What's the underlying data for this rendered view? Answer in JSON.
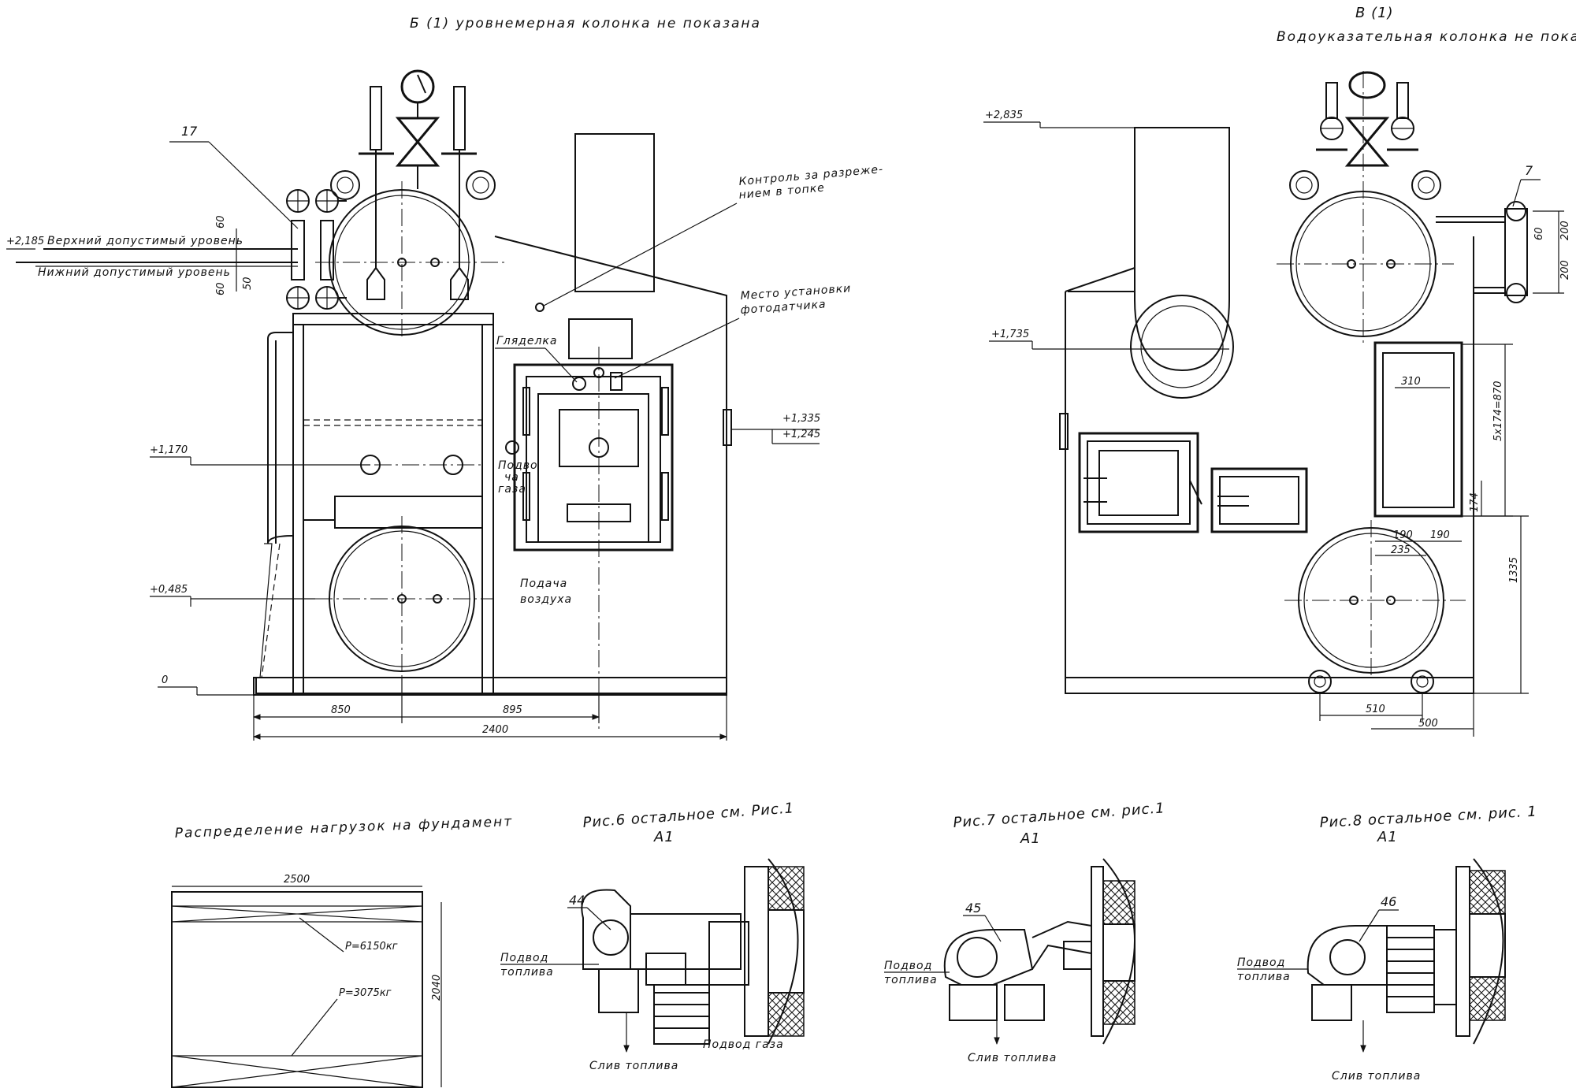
{
  "view_b": {
    "title": "Б (1)  уровнемерная   колонка   не   показана",
    "callout_17": "17",
    "upper_level": "Верхний допустимый уровень",
    "lower_level": "Нижний допустимый уровень",
    "elev_2185": "+2,185",
    "elev_1170": "+1,170",
    "elev_0485": "+0,485",
    "elev_0": "0",
    "elev_1335": "+1,335",
    "elev_1245": "+1,245",
    "dim_60a": "60",
    "dim_60b": "60",
    "dim_50": "50",
    "note_vacuum_1": "Контроль за разреже-",
    "note_vacuum_2": "нием в топке",
    "note_photo_1": "Место установки",
    "note_photo_2": "фотодатчика",
    "note_peephole": "Гляделка",
    "note_gas_1": "Подво",
    "note_gas_2": "ча",
    "note_gas_3": "газа",
    "note_air_1": "Подача",
    "note_air_2": "воздуха",
    "dim_850": "850",
    "dim_895": "895",
    "dim_2400": "2400"
  },
  "view_v": {
    "title": "В (1)",
    "subtitle": "Водоуказательная   колонка   не   показана",
    "callout_7": "7",
    "elev_2835": "+2,835",
    "elev_1735": "+1,735",
    "dim_200a": "200",
    "dim_200b": "200",
    "dim_60": "60",
    "dim_310": "310",
    "dim_5x174": "5х174=870",
    "dim_174": "174",
    "dim_190a": "190",
    "dim_190b": "190",
    "dim_235": "235",
    "dim_1335": "1335",
    "dim_510": "510",
    "dim_500": "500"
  },
  "loads": {
    "title": "Распределение   нагрузок   на   фундамент",
    "dim_2500": "2500",
    "dim_2040": "2040",
    "load_1": "P=6150кг",
    "load_2": "P=3075кг"
  },
  "fig6": {
    "title": "Рис.6  остальное  см.  Рис.1",
    "sub": "А1",
    "callout": "44",
    "fuel_in_1": "Подвод",
    "fuel_in_2": "топлива",
    "gas_in": "Подвод газа",
    "drain": "Слив  топлива"
  },
  "fig7": {
    "title": "Рис.7  остальное  см.  рис.1",
    "sub": "А1",
    "callout": "45",
    "fuel_in_1": "Подвод",
    "fuel_in_2": "топлива",
    "drain": "Слив  топлива"
  },
  "fig8": {
    "title": "Рис.8  остальное    см.  рис. 1",
    "sub": "А1",
    "callout": "46",
    "fuel_in_1": "Подвод",
    "fuel_in_2": "топлива",
    "drain": "Слив  топлива"
  }
}
